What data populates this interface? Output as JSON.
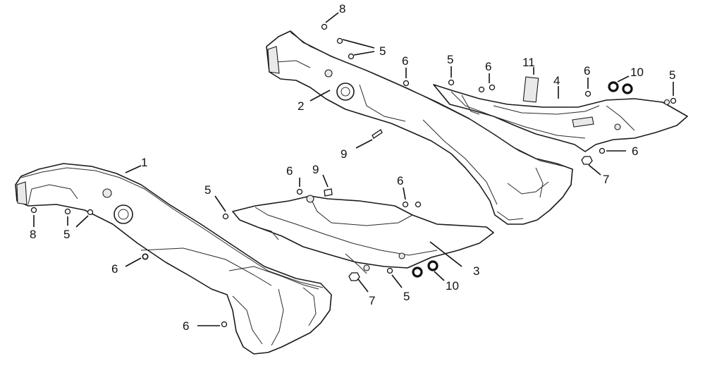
{
  "diagram": {
    "callouts": [
      "1",
      "2",
      "3",
      "4",
      "5",
      "6",
      "7",
      "8",
      "9",
      "10",
      "11"
    ],
    "parts": [
      {
        "ref": "1",
        "item": "left-side-panel"
      },
      {
        "ref": "2",
        "item": "right-side-panel"
      },
      {
        "ref": "3",
        "item": "left-inner-cover"
      },
      {
        "ref": "4",
        "item": "right-inner-cover"
      },
      {
        "ref": "5",
        "item": "screw"
      },
      {
        "ref": "6",
        "item": "screw"
      },
      {
        "ref": "7",
        "item": "nut"
      },
      {
        "ref": "8",
        "item": "bolt"
      },
      {
        "ref": "9",
        "item": "bolt"
      },
      {
        "ref": "10",
        "item": "washer"
      },
      {
        "ref": "11",
        "item": "label"
      }
    ]
  }
}
